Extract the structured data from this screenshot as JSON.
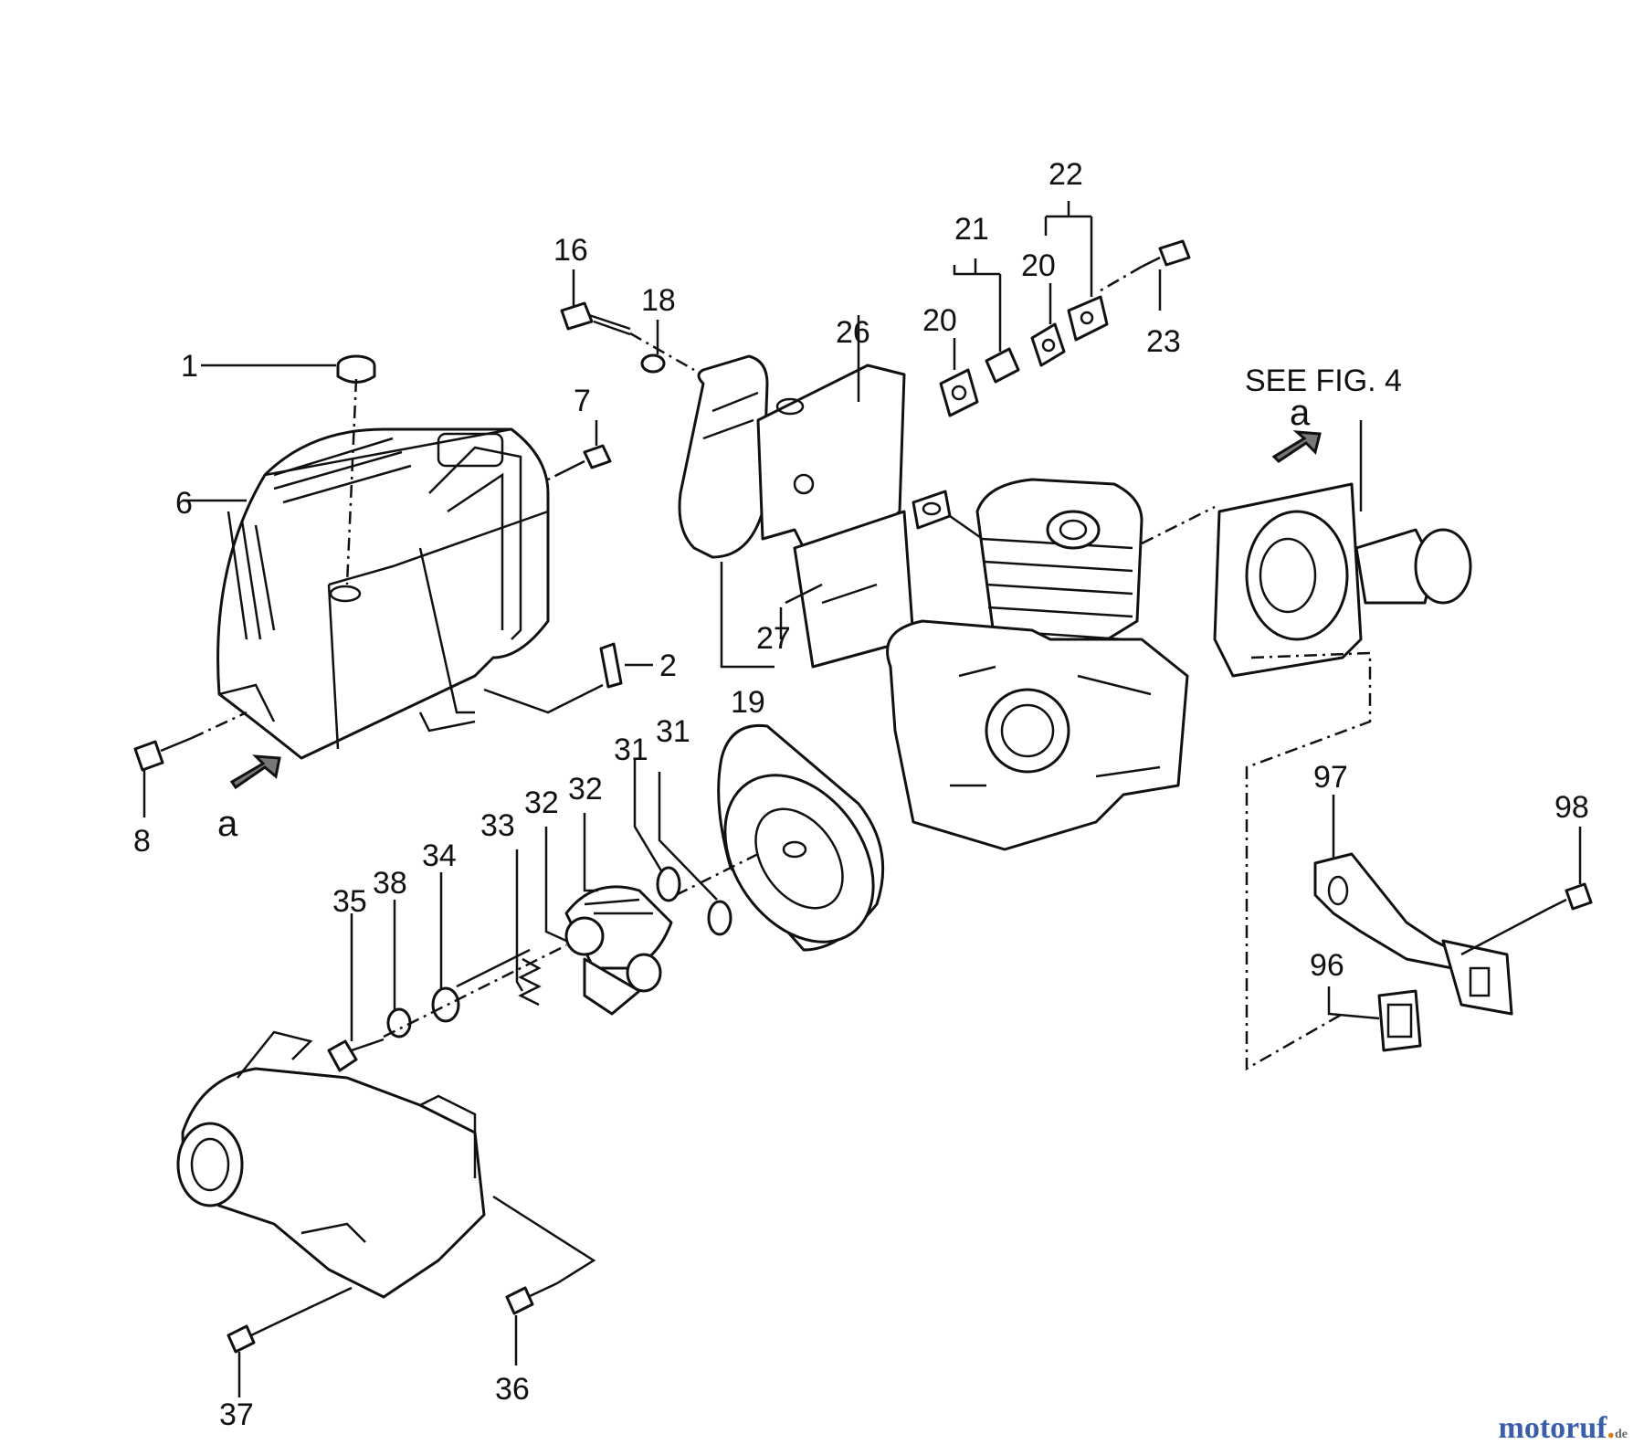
{
  "labels": {
    "p1": "1",
    "p2": "2",
    "p6": "6",
    "p7": "7",
    "p8": "8",
    "p16": "16",
    "p18": "18",
    "p19": "19",
    "p20a": "20",
    "p20b": "20",
    "p21": "21",
    "p22": "22",
    "p23": "23",
    "p26": "26",
    "p27": "27",
    "p31a": "31",
    "p31b": "31",
    "p32a": "32",
    "p32b": "32",
    "p33": "33",
    "p34": "34",
    "p35": "35",
    "p36": "36",
    "p37": "37",
    "p38": "38",
    "p96": "96",
    "p97": "97",
    "p98": "98",
    "a_left": "a",
    "a_right": "a",
    "see_fig": "SEE  FIG. 4"
  },
  "watermark": {
    "part1": "motoruf",
    "part2": ".",
    "part3": "de"
  }
}
